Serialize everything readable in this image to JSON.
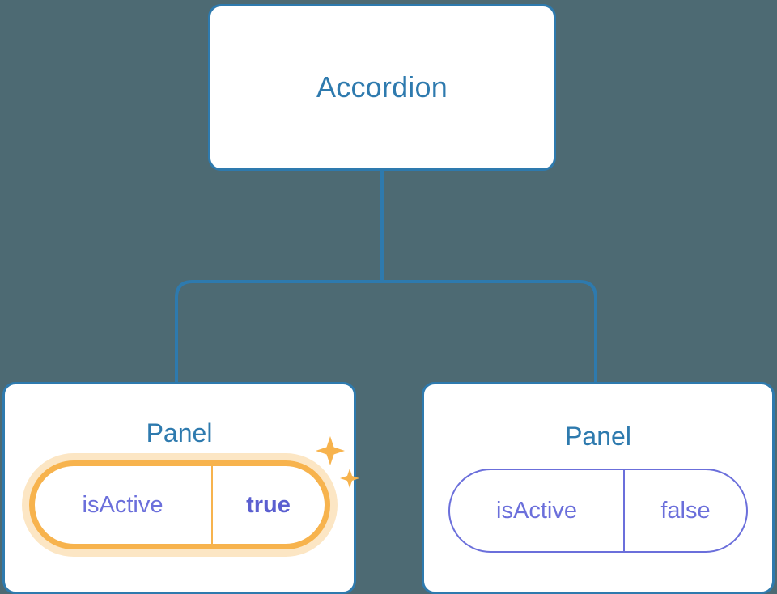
{
  "theme": {
    "background_color": "#4d6a73",
    "node_border_color": "#2e7aae",
    "node_background_color": "#ffffff",
    "node_title_color": "#2e7aae",
    "edge_color": "#2e7aae",
    "prop_text_color": "#6b6fdb",
    "prop_value_highlight_color": "#5b5fd0",
    "highlight_ring_color": "#f7b34d",
    "highlight_glow_color": "#fbdfae",
    "sparkle_color": "#f7b34d"
  },
  "tree": {
    "root": {
      "title": "Accordion"
    },
    "children": [
      {
        "title": "Panel",
        "highlighted": true,
        "props": [
          {
            "key": "isActive",
            "value": "true"
          }
        ],
        "sparkle_icons": [
          "sparkle-large-icon",
          "sparkle-small-icon"
        ]
      },
      {
        "title": "Panel",
        "highlighted": false,
        "props": [
          {
            "key": "isActive",
            "value": "false"
          }
        ]
      }
    ]
  }
}
